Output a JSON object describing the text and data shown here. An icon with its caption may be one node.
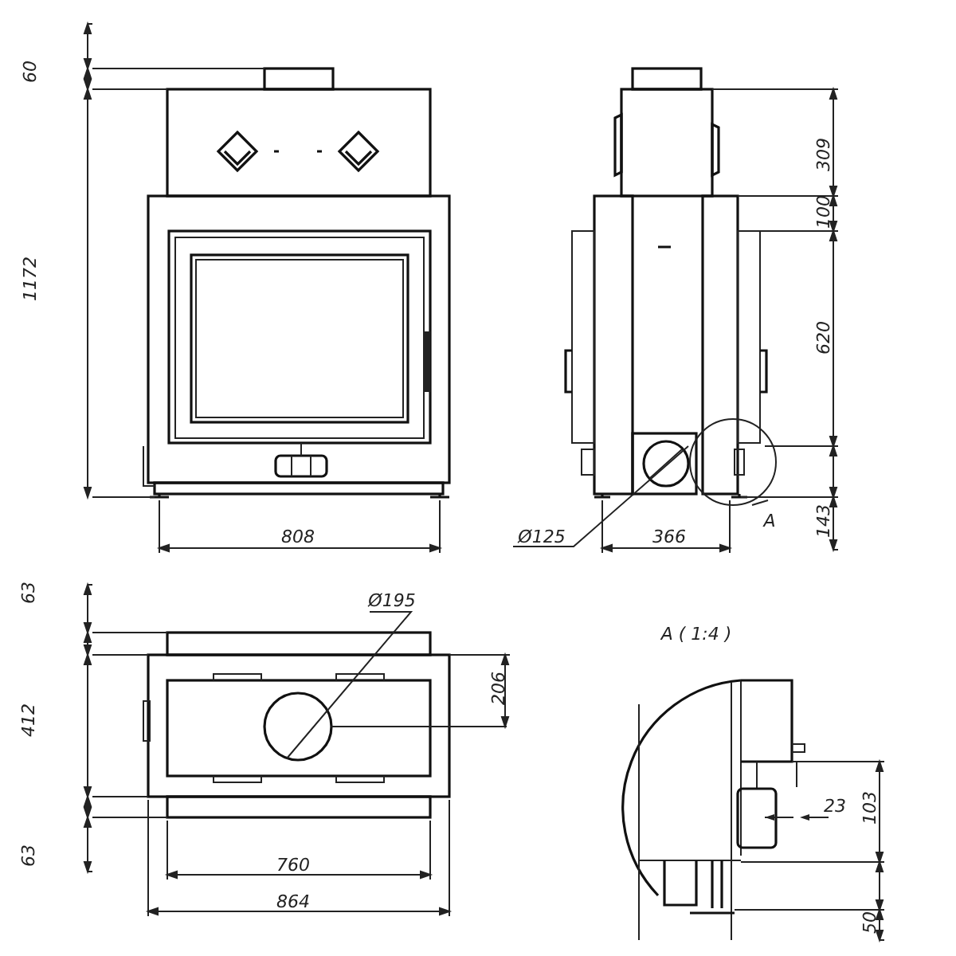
{
  "diagram": {
    "labels": [
      "60",
      "1172",
      "808",
      "309",
      "100",
      "620",
      "143",
      "Ø125",
      "366",
      "A",
      "63",
      "Ø195",
      "412",
      "206",
      "63",
      "760",
      "864",
      "A ( 1:4 )",
      "23",
      "103",
      "50"
    ]
  }
}
